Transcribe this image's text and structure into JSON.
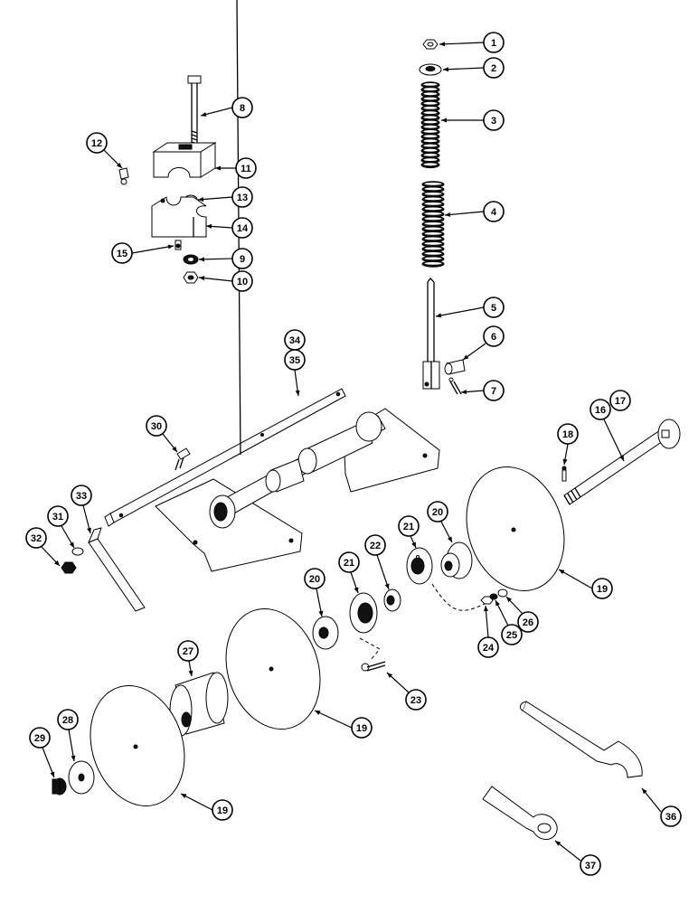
{
  "callouts": [
    {
      "label": "1"
    },
    {
      "label": "2"
    },
    {
      "label": "3"
    },
    {
      "label": "4"
    },
    {
      "label": "5"
    },
    {
      "label": "6"
    },
    {
      "label": "7"
    },
    {
      "label": "8"
    },
    {
      "label": "9"
    },
    {
      "label": "10"
    },
    {
      "label": "11"
    },
    {
      "label": "12"
    },
    {
      "label": "13"
    },
    {
      "label": "14"
    },
    {
      "label": "15"
    },
    {
      "label": "16"
    },
    {
      "label": "17"
    },
    {
      "label": "18"
    },
    {
      "label": "19"
    },
    {
      "label": "19"
    },
    {
      "label": "19"
    },
    {
      "label": "20"
    },
    {
      "label": "20"
    },
    {
      "label": "21"
    },
    {
      "label": "21"
    },
    {
      "label": "22"
    },
    {
      "label": "23"
    },
    {
      "label": "24"
    },
    {
      "label": "25"
    },
    {
      "label": "26"
    },
    {
      "label": "27"
    },
    {
      "label": "28"
    },
    {
      "label": "29"
    },
    {
      "label": "30"
    },
    {
      "label": "31"
    },
    {
      "label": "32"
    },
    {
      "label": "33"
    },
    {
      "label": "34"
    },
    {
      "label": "35"
    },
    {
      "label": "36"
    },
    {
      "label": "37"
    }
  ]
}
